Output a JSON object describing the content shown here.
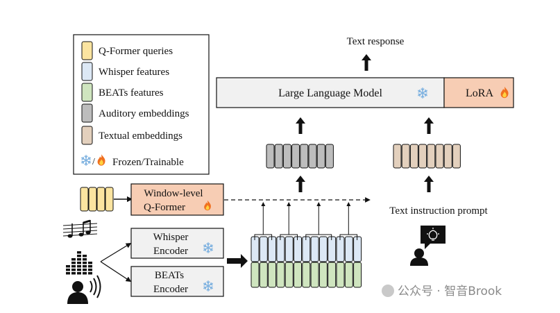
{
  "legend": {
    "items": [
      {
        "label": "Q-Former queries",
        "color": "#fbe4a0"
      },
      {
        "label": "Whisper features",
        "color": "#dce8f5"
      },
      {
        "label": "BEATs features",
        "color": "#cfe5bf"
      },
      {
        "label": "Auditory embeddings",
        "color": "#bdbdbd"
      },
      {
        "label": "Textual embeddings",
        "color": "#e3d0bd"
      }
    ],
    "frozen_trainable": "Frozen/Trainable"
  },
  "llm_label": "Large Language Model",
  "lora_label": "LoRA",
  "text_response": "Text response",
  "qformer": {
    "line1": "Window-level",
    "line2": "Q-Former"
  },
  "whisper_encoder": {
    "line1": "Whisper",
    "line2": "Encoder"
  },
  "beats_encoder": {
    "line1": "BEATs",
    "line2": "Encoder"
  },
  "text_instruction": "Text instruction prompt",
  "watermark": "公众号 · 智音Brook",
  "colors": {
    "trainable_fill": "#f7cdb4",
    "llm_fill": "#f1f1f1",
    "encoder_fill": "#f1f1f1",
    "auditory_fill": "#bdbdbd",
    "textual_fill": "#e3d0bd",
    "whisper_fill": "#dce8f5",
    "beats_fill": "#cfe5bf",
    "query_fill": "#fbe4a0",
    "snow": "#7fb2e0",
    "flame": "#f07020"
  }
}
